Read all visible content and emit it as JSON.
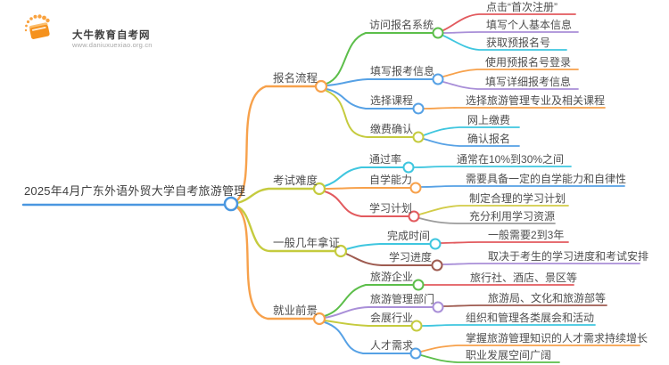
{
  "logo": {
    "title": "大牛教育自考网",
    "url": "www.daniuxuexiao.org.cn",
    "icon": "book-sunburst-icon",
    "brand_color": "#F5921E"
  },
  "palette": {
    "root_blue": "#4A97E0",
    "orange": "#F7A14B",
    "green": "#5CBE4A",
    "blue": "#56A1E5",
    "cyan": "#3FC6DF",
    "red": "#E25A5E",
    "purple": "#A98FD8",
    "olive": "#C5CB3E",
    "yellow": "#D2CC48",
    "maroon": "#9E5B50",
    "gray": "#9C9C9C",
    "text": "#4E4E4E"
  },
  "mindmap": {
    "root": {
      "label": "2025年4月广东外语外贸大学自考旅游管理",
      "color": "#4A97E0"
    },
    "branches": [
      {
        "label": "报名流程",
        "color": "#F7A14B",
        "children": [
          {
            "label": "访问报名系统",
            "color": "#5CBE4A",
            "leaves": [
              {
                "label": "点击“首次注册”",
                "color": "#E25A5E"
              },
              {
                "label": "填写个人基本信息",
                "color": "#A98FD8"
              },
              {
                "label": "获取预报名号",
                "color": "#3FC6DF"
              }
            ]
          },
          {
            "label": "填写报考信息",
            "color": "#56A1E5",
            "leaves": [
              {
                "label": "使用预报名号登录",
                "color": "#F7A14B"
              },
              {
                "label": "填写详细报考信息",
                "color": "#A98FD8"
              }
            ]
          },
          {
            "label": "选择课程",
            "color": "#56A1E5",
            "leaves": [
              {
                "label": "选择旅游管理专业及相关课程",
                "color": "#F7A14B"
              }
            ]
          },
          {
            "label": "缴费确认",
            "color": "#C5CB3E",
            "leaves": [
              {
                "label": "网上缴费",
                "color": "#3FC6DF"
              },
              {
                "label": "确认报名",
                "color": "#56A1E5"
              }
            ]
          }
        ]
      },
      {
        "label": "考试难度",
        "color": "#C5CB3E",
        "children": [
          {
            "label": "通过率",
            "color": "#3FC6DF",
            "leaves": [
              {
                "label": "通常在10%到30%之间",
                "color": "#3FC6DF"
              }
            ]
          },
          {
            "label": "自学能力",
            "color": "#F7A14B",
            "leaves": [
              {
                "label": "需要具备一定的自学能力和自律性",
                "color": "#56A1E5"
              }
            ]
          },
          {
            "label": "学习计划",
            "color": "#E25A5E",
            "leaves": [
              {
                "label": "制定合理的学习计划",
                "color": "#D2CC48"
              },
              {
                "label": "充分利用学习资源",
                "color": "#9C9C9C"
              }
            ]
          }
        ]
      },
      {
        "label": "一般几年拿证",
        "color": "#C5CB3E",
        "children": [
          {
            "label": "完成时间",
            "color": "#3FC6DF",
            "leaves": [
              {
                "label": "一般需要2到3年",
                "color": "#E25A5E"
              }
            ]
          },
          {
            "label": "学习进度",
            "color": "#9E5B50",
            "leaves": [
              {
                "label": "取决于考生的学习进度和考试安排",
                "color": "#A98FD8"
              }
            ]
          }
        ]
      },
      {
        "label": "就业前景",
        "color": "#F7A14B",
        "children": [
          {
            "label": "旅游企业",
            "color": "#5CBE4A",
            "leaves": [
              {
                "label": "旅行社、酒店、景区等",
                "color": "#E25A5E"
              }
            ]
          },
          {
            "label": "旅游管理部门",
            "color": "#A98FD8",
            "leaves": [
              {
                "label": "旅游局、文化和旅游部等",
                "color": "#9E5B50"
              }
            ]
          },
          {
            "label": "会展行业",
            "color": "#C5CB3E",
            "leaves": [
              {
                "label": "组织和管理各类展会和活动",
                "color": "#3FC6DF"
              }
            ]
          },
          {
            "label": "人才需求",
            "color": "#56A1E5",
            "leaves": [
              {
                "label": "掌握旅游管理知识的人才需求持续增长",
                "color": "#F7A14B"
              },
              {
                "label": "职业发展空间广阔",
                "color": "#5CBE4A"
              }
            ]
          }
        ]
      }
    ]
  }
}
